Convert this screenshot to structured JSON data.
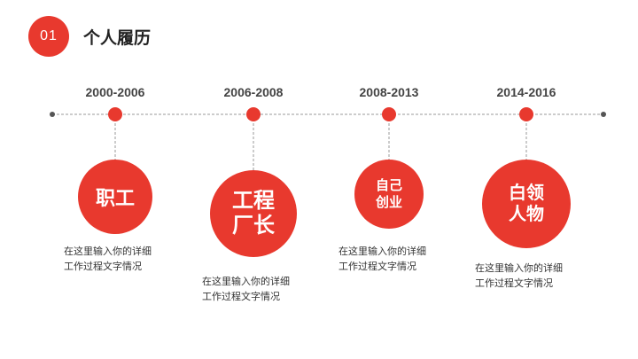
{
  "section": {
    "number": "01",
    "title": "个人履历"
  },
  "timeline": {
    "line_color": "#999999",
    "accent_color": "#e8392e",
    "items": [
      {
        "year": "2000-2006",
        "role_lines": [
          "职工"
        ],
        "desc_lines": [
          "在这里输入你的详细",
          "工作过程文字情况"
        ]
      },
      {
        "year": "2006-2008",
        "role_lines": [
          "工程",
          "厂长"
        ],
        "desc_lines": [
          "在这里输入你的详细",
          "工作过程文字情况"
        ]
      },
      {
        "year": "2008-2013",
        "role_lines": [
          "自己",
          "创业"
        ],
        "desc_lines": [
          "在这里输入你的详细",
          "工作过程文字情况"
        ]
      },
      {
        "year": "2014-2016",
        "role_lines": [
          "白领",
          "人物"
        ],
        "desc_lines": [
          "在这里输入你的详细",
          "工作过程文字情况"
        ]
      }
    ]
  }
}
